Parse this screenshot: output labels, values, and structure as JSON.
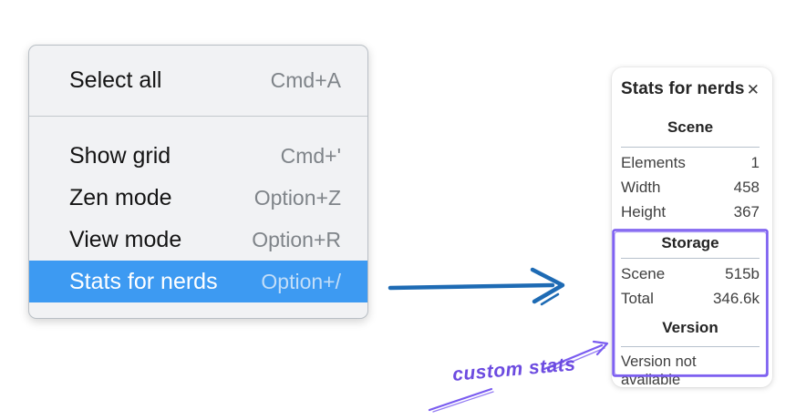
{
  "menu": {
    "items": [
      {
        "label": "Select all",
        "shortcut": "Cmd+A",
        "highlighted": false
      },
      {
        "label": "Show grid",
        "shortcut": "Cmd+'",
        "highlighted": false
      },
      {
        "label": "Zen mode",
        "shortcut": "Option+Z",
        "highlighted": false
      },
      {
        "label": "View mode",
        "shortcut": "Option+R",
        "highlighted": false
      },
      {
        "label": "Stats for nerds",
        "shortcut": "Option+/",
        "highlighted": true
      }
    ],
    "highlight_color": "#3d9af2"
  },
  "stats_panel": {
    "title": "Stats for nerds",
    "close_icon": "✕",
    "sections": [
      {
        "header": "Scene",
        "rows": [
          {
            "label": "Elements",
            "value": "1"
          },
          {
            "label": "Width",
            "value": "458"
          },
          {
            "label": "Height",
            "value": "367"
          }
        ]
      },
      {
        "header": "Storage",
        "rows": [
          {
            "label": "Scene",
            "value": "515b"
          },
          {
            "label": "Total",
            "value": "346.6k"
          }
        ]
      },
      {
        "header": "Version",
        "note": "Version not available"
      }
    ]
  },
  "annotation": {
    "label": "custom stats",
    "color": "#6c4be0",
    "box_color": "#7a5cf0"
  },
  "connector_arrow_color": "#1e6bb4"
}
